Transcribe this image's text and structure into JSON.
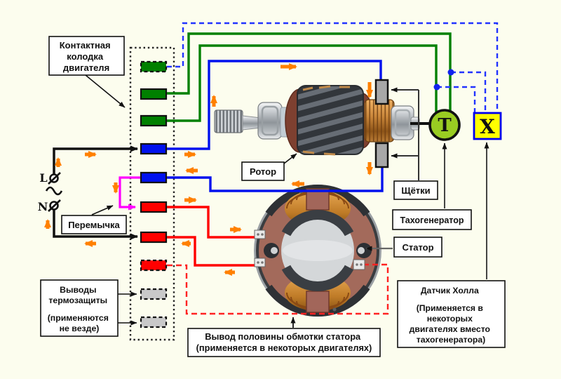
{
  "labels": {
    "contact_block": {
      "lines": [
        "Контактная",
        "колодка",
        "двигателя"
      ]
    },
    "jumper": {
      "text": "Перемычка"
    },
    "thermal": {
      "lines": [
        "Выводы",
        "термозащиты",
        "(применяются",
        "не везде)"
      ]
    },
    "rotor": {
      "text": "Ротор"
    },
    "brushes": {
      "text": "Щётки"
    },
    "tacho": {
      "text": "Тахогенератор"
    },
    "stator": {
      "text": "Статор"
    },
    "hall": {
      "lines": [
        "Датчик Холла",
        "(Применяется в",
        "некоторых",
        "двигателях вместо",
        "тахогенератора)"
      ]
    },
    "half_winding": {
      "lines": [
        "Вывод половины обмотки статора",
        "(применяется в некоторых двигателях)"
      ]
    }
  },
  "terminals": {
    "line": "L",
    "neutral": "N",
    "ac_symbol": "~"
  },
  "devices": {
    "tacho_letter": "T",
    "hall_letter": "X"
  },
  "contact_block": {
    "contacts": [
      {
        "color": "green",
        "style": "dashed"
      },
      {
        "color": "green",
        "style": "solid"
      },
      {
        "color": "green",
        "style": "solid"
      },
      {
        "color": "blue",
        "style": "solid"
      },
      {
        "color": "blue",
        "style": "solid"
      },
      {
        "color": "red",
        "style": "solid"
      },
      {
        "color": "red",
        "style": "solid"
      },
      {
        "color": "red",
        "style": "dashed"
      },
      {
        "color": "gray",
        "style": "dashed"
      },
      {
        "color": "gray",
        "style": "dashed"
      }
    ]
  },
  "colors": {
    "background": "#fcfdee",
    "wire_green": "#008000",
    "wire_blue": "#0011ee",
    "wire_red": "#ff0000",
    "wire_magenta": "#ff00ff",
    "wire_black": "#111111",
    "dashed_blue": "#2233ff",
    "dashed_red": "#ff2222",
    "arrow_orange": "#ff8000",
    "contact_gray": "#c9c9c9",
    "tacho_fill": "#99cc22",
    "hall_fill": "#ffff00",
    "hall_border": "#0000ee"
  }
}
